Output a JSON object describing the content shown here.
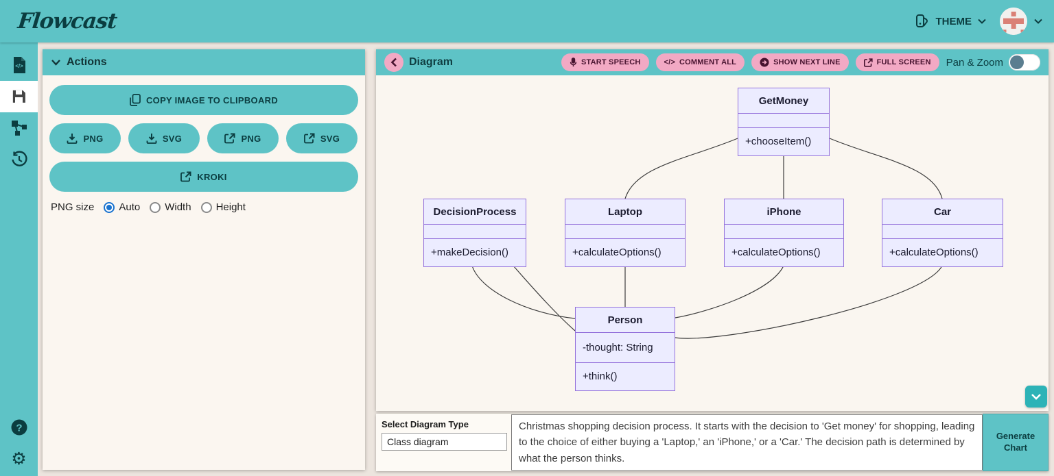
{
  "app": {
    "logo": "Flowcast"
  },
  "header": {
    "theme": {
      "label": "THEME",
      "icon": "theme-swatches-icon"
    },
    "avatar": "user-identicon-avatar",
    "accent_color": "#5ec3c6"
  },
  "sidebar": {
    "items": [
      {
        "id": "code",
        "icon": "code-file-icon",
        "active": false
      },
      {
        "id": "save",
        "icon": "save-icon",
        "active": true
      },
      {
        "id": "flow",
        "icon": "flow-diagram-icon",
        "active": false
      },
      {
        "id": "history",
        "icon": "history-icon",
        "active": false
      }
    ],
    "bottom_items": [
      {
        "id": "help",
        "icon": "help-icon"
      },
      {
        "id": "settings",
        "icon": "gear-icon"
      }
    ]
  },
  "actions_panel": {
    "title": "Actions",
    "copy_image_button": "COPY IMAGE TO CLIPBOARD",
    "export_buttons": [
      {
        "label": "PNG",
        "icon": "download-icon"
      },
      {
        "label": "SVG",
        "icon": "download-icon"
      },
      {
        "label": "PNG",
        "icon": "external-link-icon"
      },
      {
        "label": "SVG",
        "icon": "external-link-icon"
      }
    ],
    "kroki_button": {
      "label": "KROKI",
      "icon": "external-link-icon"
    },
    "png_size": {
      "label": "PNG size",
      "options": [
        "Auto",
        "Width",
        "Height"
      ],
      "selected": "Auto"
    }
  },
  "diagram_panel": {
    "title": "Diagram",
    "toolbar_buttons": [
      {
        "label": "START SPEECH",
        "icon": "microphone-icon"
      },
      {
        "label": "COMMENT ALL",
        "icon": "code-icon"
      },
      {
        "label": "SHOW NEXT LINE",
        "icon": "arrow-circle-icon"
      },
      {
        "label": "FULL SCREEN",
        "icon": "external-link-icon"
      }
    ],
    "pan_zoom": {
      "label": "Pan & Zoom",
      "enabled": false
    }
  },
  "diagram": {
    "type": "class_diagram",
    "classes": [
      {
        "name": "GetMoney",
        "attributes": [],
        "methods": [
          "+chooseItem()"
        ]
      },
      {
        "name": "DecisionProcess",
        "attributes": [],
        "methods": [
          "+makeDecision()"
        ]
      },
      {
        "name": "Laptop",
        "attributes": [],
        "methods": [
          "+calculateOptions()"
        ]
      },
      {
        "name": "iPhone",
        "attributes": [],
        "methods": [
          "+calculateOptions()"
        ]
      },
      {
        "name": "Car",
        "attributes": [],
        "methods": [
          "+calculateOptions()"
        ]
      },
      {
        "name": "Person",
        "attributes": [
          "-thought: String"
        ],
        "methods": [
          "+think()"
        ]
      }
    ],
    "relations": [
      {
        "from": "GetMoney",
        "to": "Laptop"
      },
      {
        "from": "GetMoney",
        "to": "iPhone"
      },
      {
        "from": "GetMoney",
        "to": "Car"
      },
      {
        "from": "DecisionProcess",
        "to": "Person"
      },
      {
        "from": "DecisionProcess",
        "to": "Person"
      },
      {
        "from": "Laptop",
        "to": "Person"
      },
      {
        "from": "iPhone",
        "to": "Person"
      },
      {
        "from": "Car",
        "to": "Person"
      }
    ],
    "node_fill": "#ececff",
    "node_border": "#9370db"
  },
  "bottom_bar": {
    "select_label": "Select Diagram Type",
    "selected_type": "Class diagram",
    "prompt_text": "Christmas shopping decision process. It starts with the decision to 'Get money' for shopping, leading to the choice of either buying a 'Laptop,' an 'iPhone,' or a 'Car.' The decision path is determined by what the person thinks.",
    "generate_button": "Generate Chart"
  },
  "colors": {
    "teal": "#5ec3c6",
    "dark_teal": "#0b3d40",
    "pink": "#f2a9c4",
    "pink_text": "#47122f",
    "page_bg": "#ece5de",
    "panel_bg": "#fbf6f0",
    "class_fill": "#ececff",
    "class_border": "#9370db"
  }
}
